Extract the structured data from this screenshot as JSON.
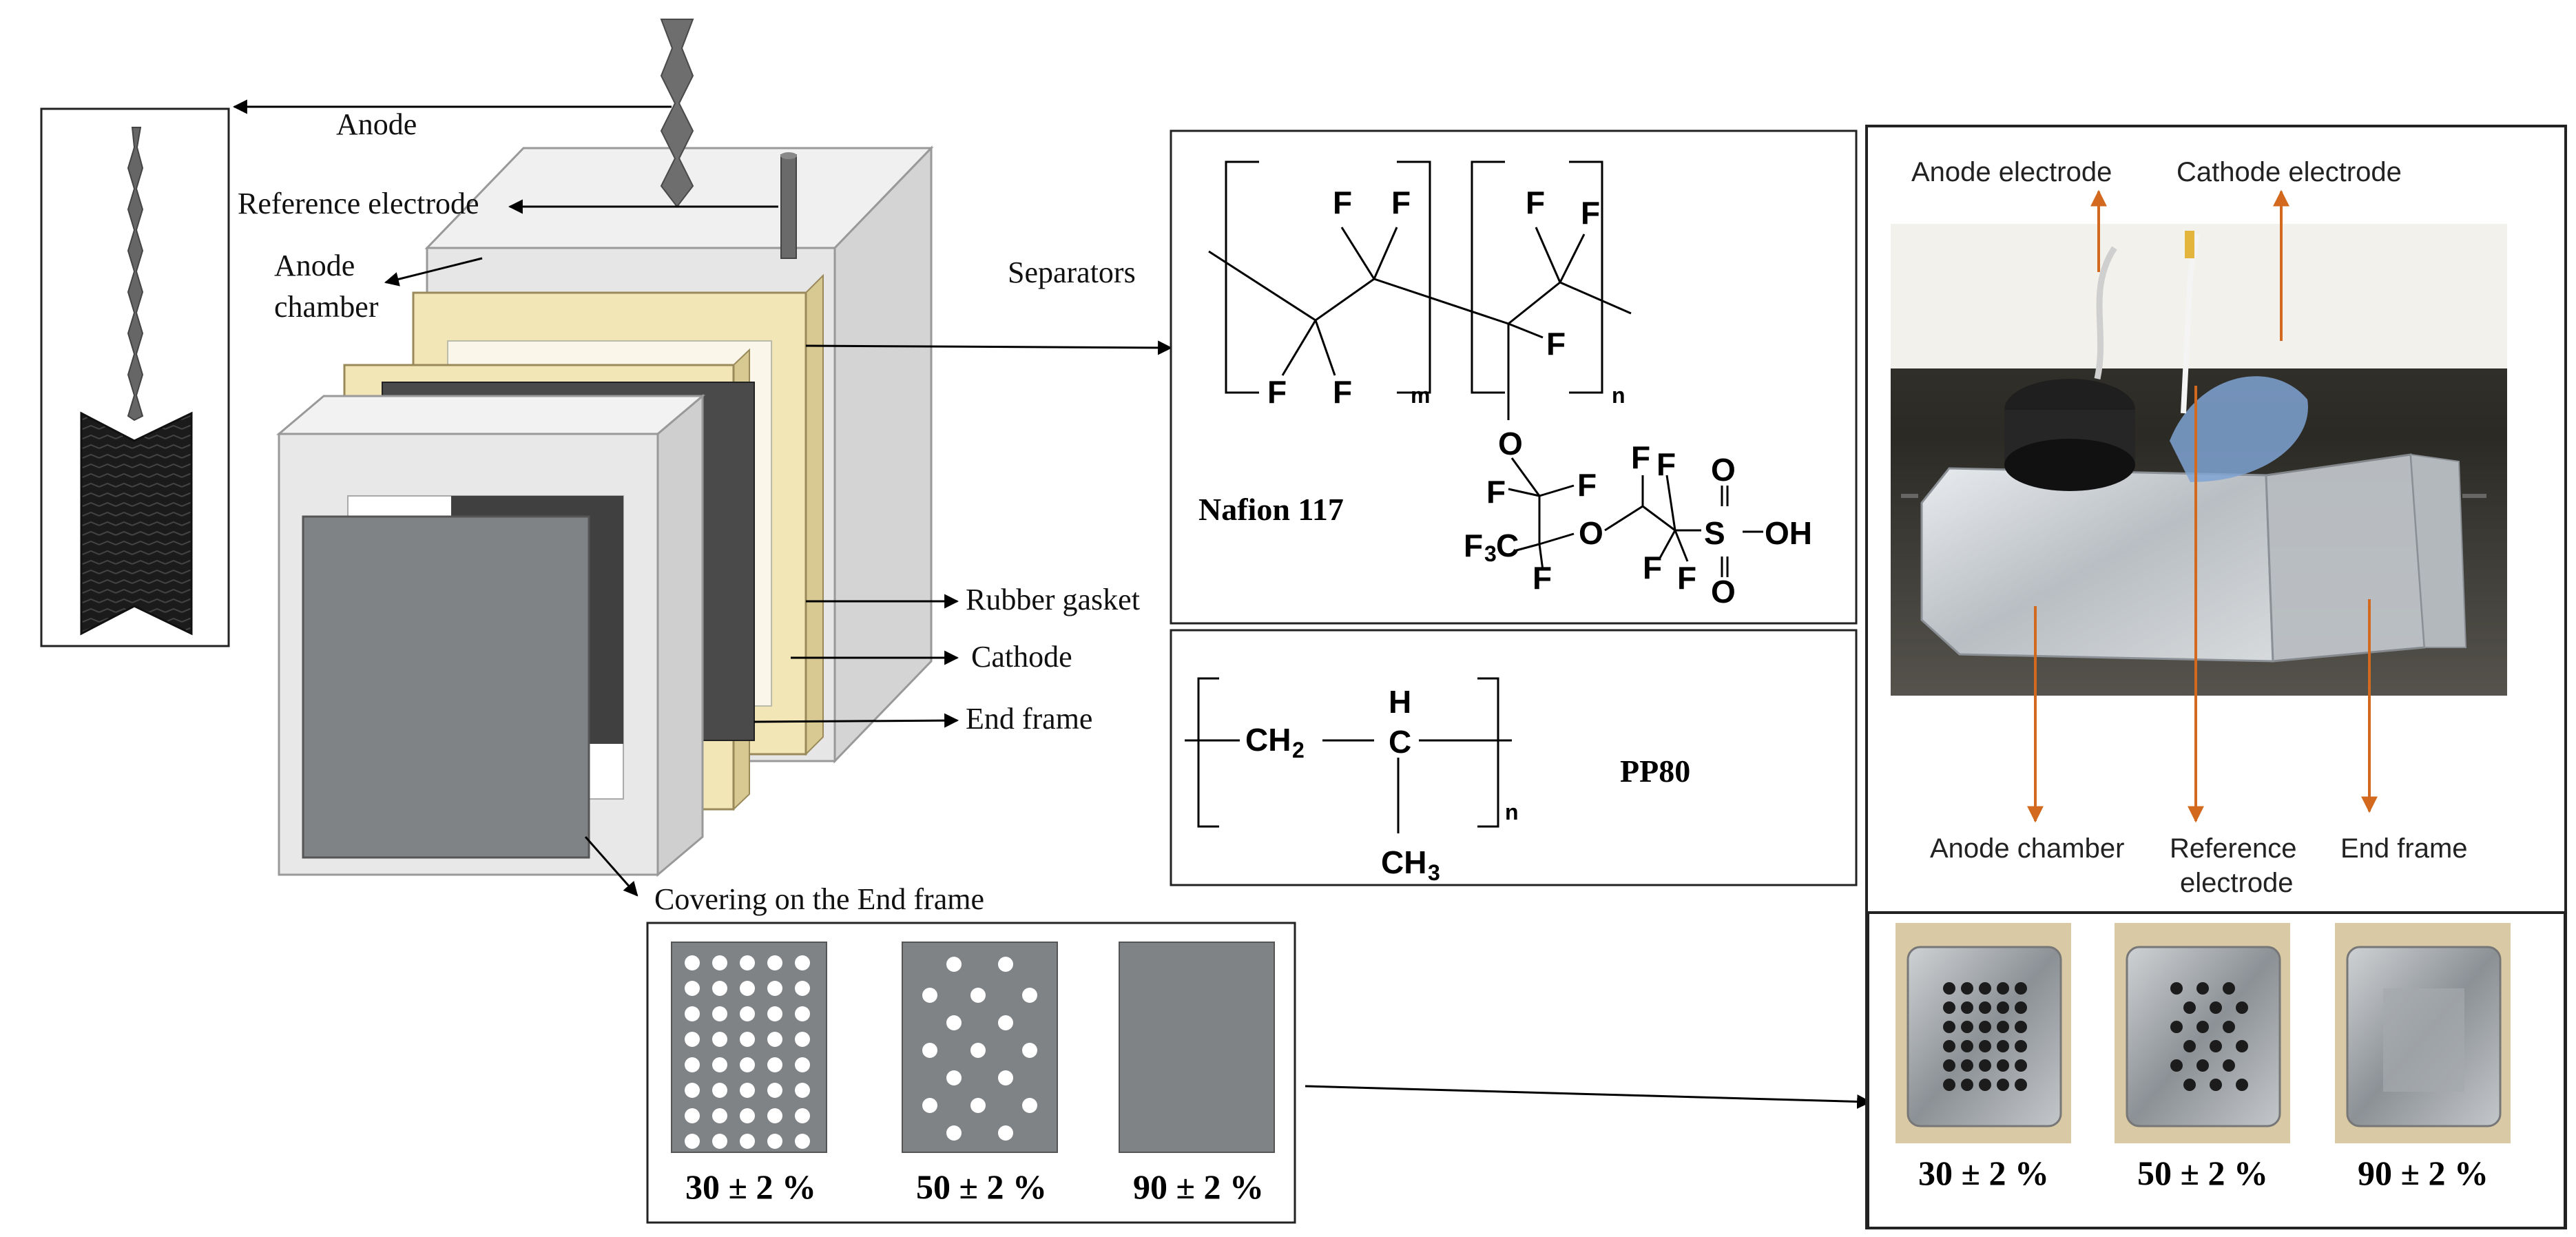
{
  "labels": {
    "anode": "Anode",
    "reference_electrode": "Reference electrode",
    "anode_chamber_line1": "Anode",
    "anode_chamber_line2": "chamber",
    "separators": "Separators",
    "rubber_gasket": "Rubber gasket",
    "cathode": "Cathode",
    "end_frame": "End frame",
    "covering": "Covering on the End frame"
  },
  "nafion": {
    "name": "Nafion 117",
    "atom_f": "F",
    "atom_o": "O",
    "atom_s": "S",
    "group_oh": "OH",
    "group_cf3": "F",
    "group_cf3_sub": "3",
    "group_cf3_c": "C",
    "sub_m": "m",
    "sub_n": "n"
  },
  "pp80": {
    "name": "PP80",
    "ch2": "CH",
    "ch2_sub": "2",
    "h": "H",
    "c": "C",
    "ch3": "CH",
    "ch3_sub": "3",
    "sub_n": "n"
  },
  "photo": {
    "anode_electrode": "Anode electrode",
    "cathode_electrode": "Cathode electrode",
    "anode_chamber": "Anode chamber",
    "reference_line1": "Reference",
    "reference_line2": "electrode",
    "end_frame": "End frame"
  },
  "coverings": [
    {
      "label": "30 ± 2 %"
    },
    {
      "label": "50 ± 2 %"
    },
    {
      "label": "90 ± 2 %"
    }
  ],
  "photo_coverings": [
    {
      "label": "30 ± 2 %"
    },
    {
      "label": "50 ± 2 %"
    },
    {
      "label": "90 ± 2 %"
    }
  ],
  "colors": {
    "frame_gray": "#e3e3e3",
    "frame_edge": "#9a9a9a",
    "separator_beige": "#f3e6b6",
    "cathode_dark": "#4a4a4a",
    "cover_gray": "#7f8386",
    "arrow_orange": "#d2691e"
  }
}
